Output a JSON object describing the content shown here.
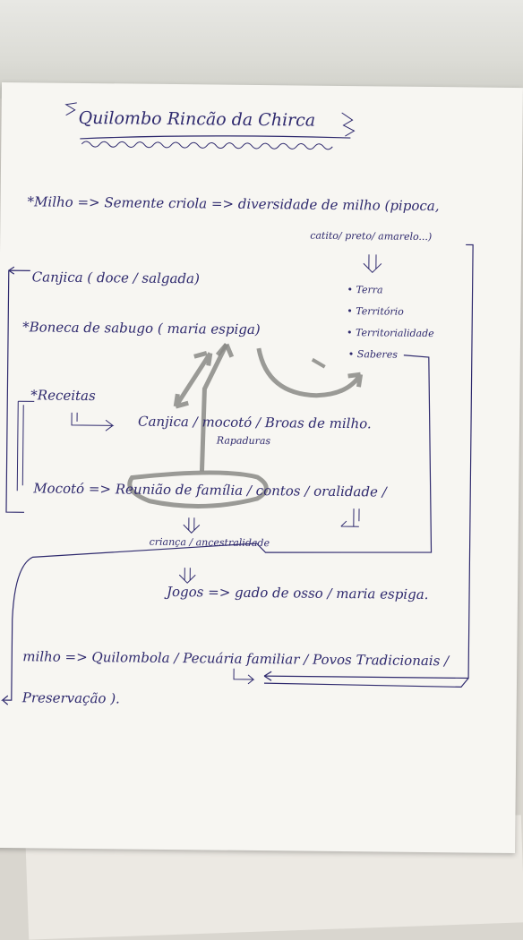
{
  "title": "Quilombo Rincão da Chirca",
  "lines": {
    "milho": "*Milho => Semente criola => diversidade de milho (pipoca,",
    "milho_cont": "catito/ preto/ amarelo...)",
    "terra": "• Terra",
    "territorio": "• Território",
    "territorialidade": "• Territorialidade",
    "saberes": "• Saberes",
    "canjica": "Canjica ( doce / salgada)",
    "boneca": "*Boneca de sabugo ( maria espiga)",
    "receitas": "*Receitas",
    "receitas_list": "Canjica / mocotó / Broas de milho.",
    "rapaduras": "Rapaduras",
    "mocoto": "Mocotó => Reunião de família / contos / oralidade /",
    "crianca": "criança / ancestralidade",
    "jogos": "Jogos => gado de osso / maria espiga.",
    "milho2": "milho => Quilombola / Pecuária familiar / Povos Tradicionais /",
    "preservacao": "Preservação )."
  },
  "colors": {
    "ink": "#2f2a6e",
    "marker": "#8a8a86",
    "paper": "#f7f6f2"
  }
}
